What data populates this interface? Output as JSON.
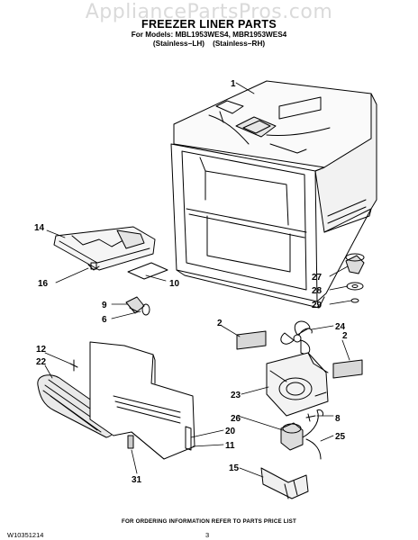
{
  "watermark": "AppliancePartsPros.com",
  "title": "FREEZER LINER PARTS",
  "models_line": "For Models: MBL1953WES4, MBR1953WES4",
  "models_variants": "(Stainless−LH)    (Stainless−RH)",
  "callouts": {
    "c1": "1",
    "c14": "14",
    "c16": "16",
    "c10": "10",
    "c9": "9",
    "c6": "6",
    "c27": "27",
    "c28": "28",
    "c29": "29",
    "c2a": "2",
    "c24": "24",
    "c2b": "2",
    "c12": "12",
    "c22": "22",
    "c23": "23",
    "c26": "26",
    "c8": "8",
    "c25": "25",
    "c20": "20",
    "c11": "11",
    "c15": "15",
    "c31": "31"
  },
  "footer_note": "FOR ORDERING INFORMATION REFER TO PARTS PRICE LIST",
  "doc_number": "W10351214",
  "page_number": "3"
}
